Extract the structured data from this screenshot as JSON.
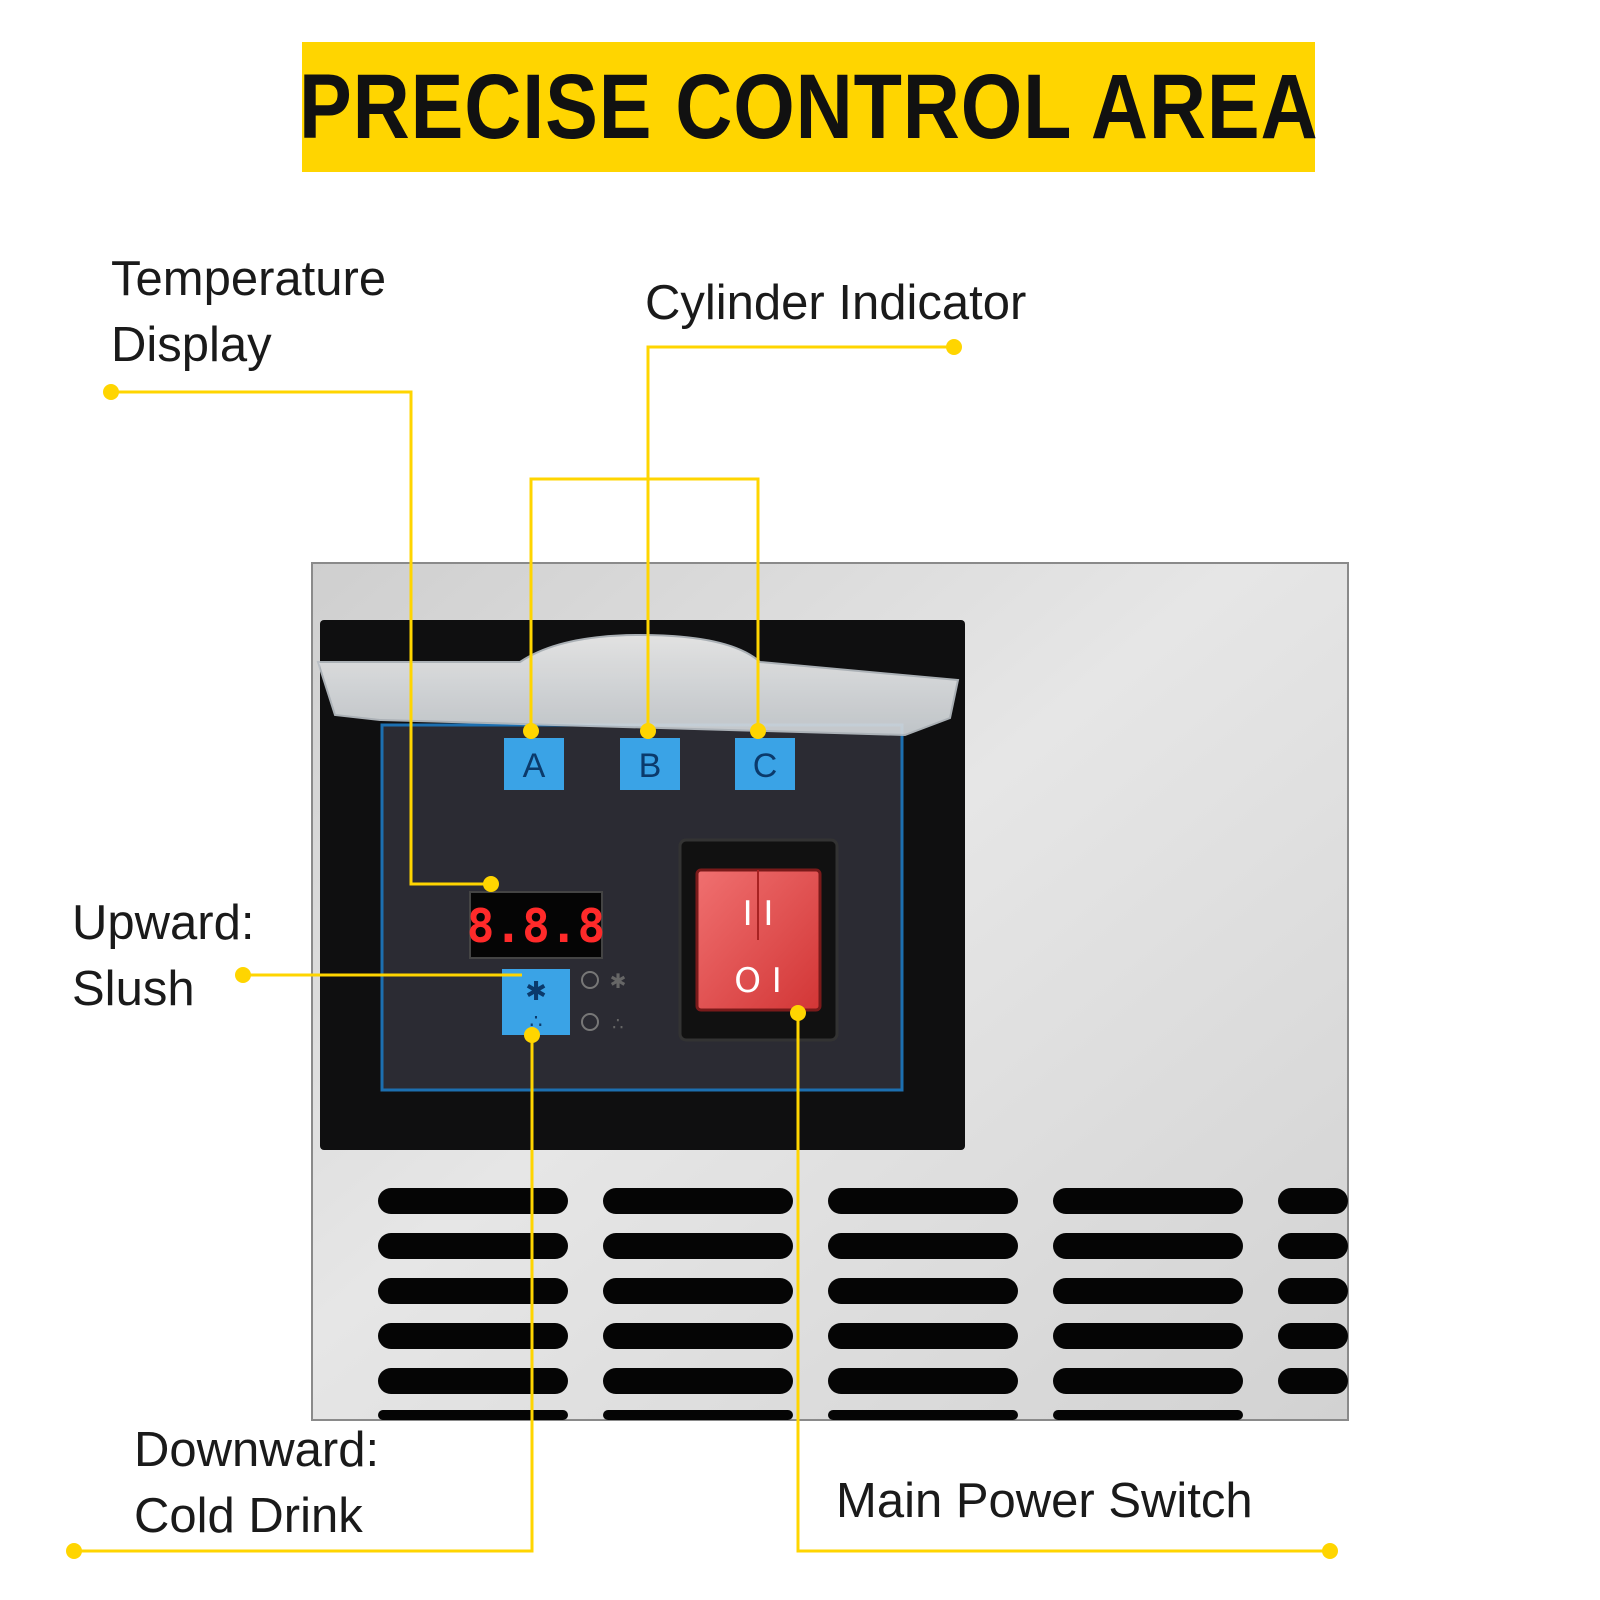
{
  "banner": {
    "title": "PRECISE CONTROL AREA"
  },
  "callouts": {
    "temperature_display": [
      "Temperature",
      "Display"
    ],
    "cylinder_indicator": [
      "Cylinder Indicator"
    ],
    "upward_slush": [
      "Upward:",
      "Slush"
    ],
    "downward_cold_drink": [
      "Downward:",
      "Cold Drink"
    ],
    "main_power_switch": [
      "Main Power Switch"
    ]
  },
  "panel": {
    "cylinder_keys": [
      "A",
      "B",
      "C"
    ],
    "temperature_readout": "8.8.8",
    "power_switch_symbols": [
      "I I",
      "O I"
    ]
  },
  "colors": {
    "accent_yellow": "#ffd500",
    "key_blue": "#3aa3e6",
    "switch_red": "#e03a3a",
    "panel_dark": "#2a2a30",
    "steel": "#d9d9d9"
  }
}
